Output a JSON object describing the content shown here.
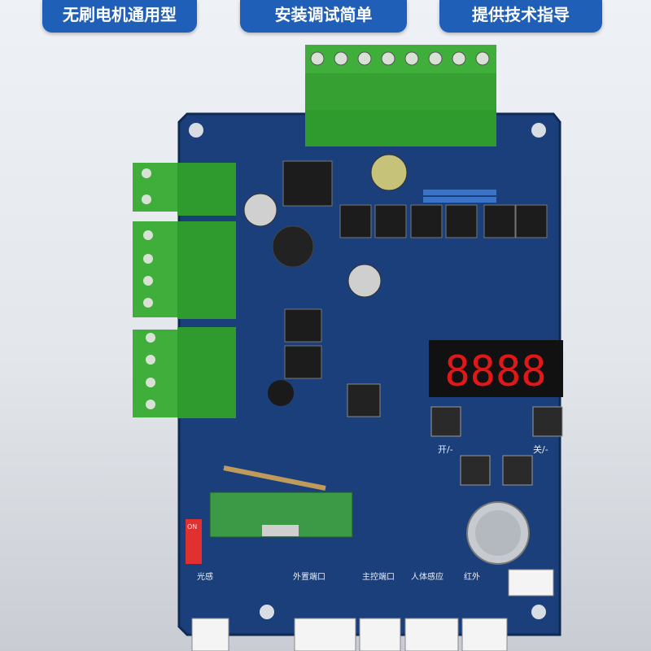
{
  "badges": [
    {
      "label": "无刷电机通用型"
    },
    {
      "label": "安装调试简单"
    },
    {
      "label": "提供技术指导"
    }
  ],
  "board": {
    "led_display": "8888",
    "dip_switch_label": "ON",
    "silkscreen": {
      "key_open": "开/-",
      "key_close": "关/-",
      "port_left": "光感",
      "port_ext": "外置端口",
      "port_io": "主控端口",
      "port_sensor": "人体感应",
      "port_right": "红外"
    }
  },
  "colors": {
    "badge_bg": "#1f5fb8",
    "pcb": "#1b3f7a",
    "terminal_green": "#3fae3a",
    "led_red": "#e01818"
  }
}
